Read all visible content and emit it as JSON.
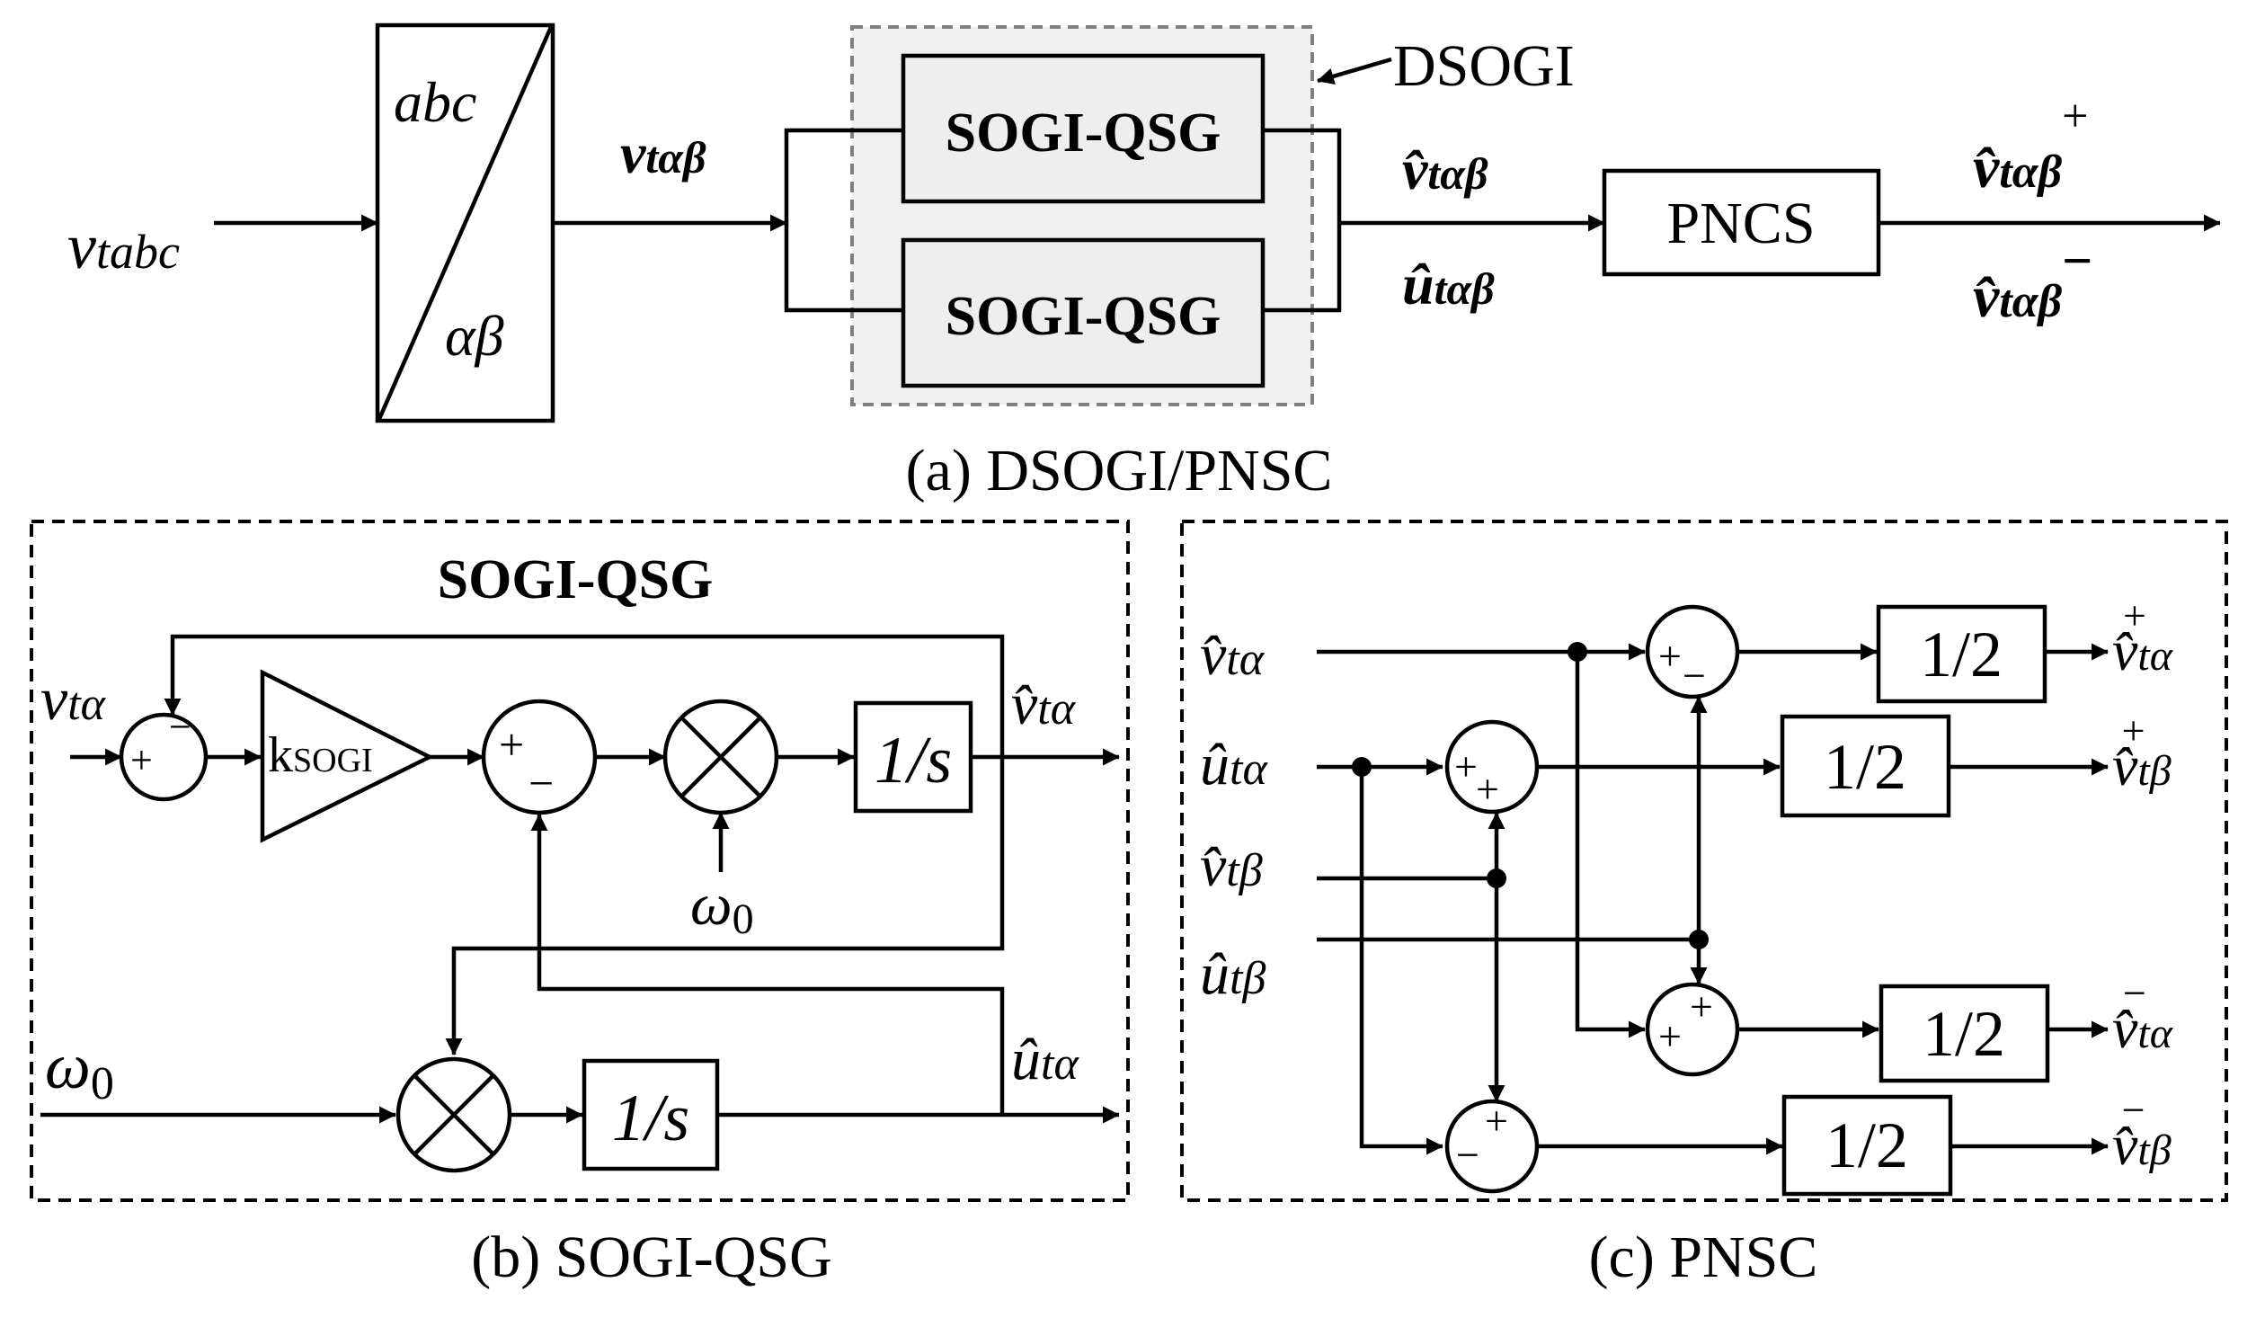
{
  "diagram": {
    "panel_a": {
      "caption": "(a) DSOGI/PNSC",
      "input_label": {
        "v": "v",
        "sub": "tabc"
      },
      "transform_top": "abc",
      "transform_bottom": "αβ",
      "v_tab_label": {
        "v": "v",
        "sub": "tαβ"
      },
      "sogi_block_1": "SOGI-QSG",
      "sogi_block_2": "SOGI-QSG",
      "dsogi_label": "DSOGI",
      "vhat_label": {
        "v": "v̂",
        "sub": "tαβ"
      },
      "uhat_label": {
        "v": "û",
        "sub": "tαβ"
      },
      "pncs_block": "PNCS",
      "out_pos": {
        "v": "v̂",
        "sub": "tαβ",
        "sup": "+"
      },
      "out_neg": {
        "v": "v̂",
        "sub": "tαβ",
        "sup": "−"
      }
    },
    "panel_b": {
      "caption": "(b) SOGI-QSG",
      "title": "SOGI-QSG",
      "input": {
        "v": "v",
        "sub": "tα"
      },
      "sum1_minus": "−",
      "sum1_plus": "+",
      "gain": {
        "v": "k",
        "sub": "SOGI"
      },
      "sum2_plus": "+",
      "sum2_minus": "−",
      "integrator_1": "1/s",
      "omega_in_1": {
        "v": "ω",
        "sub": "0"
      },
      "omega_in_2": {
        "v": "ω",
        "sub": "0"
      },
      "integrator_2": "1/s",
      "out_v": {
        "v": "v̂",
        "sub": "tα"
      },
      "out_u": {
        "v": "û",
        "sub": "tα"
      }
    },
    "panel_c": {
      "caption": "(c)  PNSC",
      "in_v_alpha": {
        "v": "v̂",
        "sub": "tα"
      },
      "in_u_alpha": {
        "v": "û",
        "sub": "tα"
      },
      "in_v_beta": {
        "v": "v̂",
        "sub": "tβ"
      },
      "in_u_beta": {
        "v": "û",
        "sub": "tβ"
      },
      "sumA_signs": [
        "+",
        "−"
      ],
      "sumB_signs": [
        "+",
        "+"
      ],
      "sumC_signs": [
        "+",
        "+"
      ],
      "sumD_signs": [
        "−",
        "+"
      ],
      "half_1": "1/2",
      "half_2": "1/2",
      "half_3": "1/2",
      "half_4": "1/2",
      "out_1": {
        "v": "v̂",
        "sub": "tα",
        "sup": "+"
      },
      "out_2": {
        "v": "v̂",
        "sub": "tβ",
        "sup": "+"
      },
      "out_3": {
        "v": "v̂",
        "sub": "tα",
        "sup": "−"
      },
      "out_4": {
        "v": "v̂",
        "sub": "tβ",
        "sup": "−"
      }
    }
  }
}
